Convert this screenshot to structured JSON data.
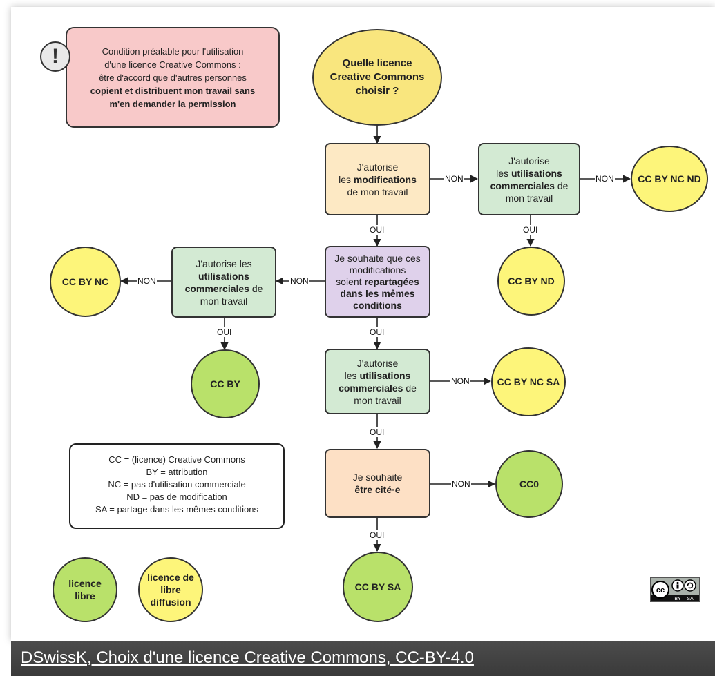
{
  "colors": {
    "pink": "#f8c9c9",
    "yellow_circle": "#fdf57a",
    "yellow_start": "#f9e67e",
    "green_circle": "#b9e16a",
    "orange_light": "#fde9c4",
    "green_rect": "#d3ead3",
    "purple_rect": "#dfd1eb",
    "orange_rect": "#fde0c5"
  },
  "precondition": {
    "line1": "Condition préalable pour l'utilisation",
    "line2": "d'une licence Creative Commons :",
    "line3": "être d'accord que d'autres personnes",
    "line4": "copient et distribuent mon travail sans",
    "line5": "m'en demander la permission",
    "icon": "exclamation-icon",
    "icon_glyph": "!"
  },
  "nodes": {
    "start": "Quelle licence\nCreative Commons\nchoisir ?",
    "q_modif_pre": "J'autorise\nles ",
    "q_modif_bold": "modifications",
    "q_modif_post": "\nde mon travail",
    "q_comm1_pre": "J'autorise\nles ",
    "q_comm1_bold": "utilisations\ncommerciales",
    "q_comm1_post": " de\nmon travail",
    "q_share_pre": "Je souhaite que ces\nmodifications\nsoient ",
    "q_share_bold": "repartagées\ndans les mêmes\nconditions",
    "q_comm2_pre": "J'autorise les\n",
    "q_comm2_bold": "utilisations\ncommerciales",
    "q_comm2_post": " de\nmon travail",
    "q_comm3_pre": "J'autorise\nles ",
    "q_comm3_bold": "utilisations\ncommerciales",
    "q_comm3_post": " de\nmon travail",
    "q_cite_pre": "Je souhaite\n",
    "q_cite_bold": "être cité·e",
    "cc_by_nc_nd": "CC BY NC ND",
    "cc_by_nd": "CC BY ND",
    "cc_by_nc": "CC BY NC",
    "cc_by": "CC BY",
    "cc_by_nc_sa": "CC BY NC SA",
    "cc0": "CC0",
    "cc_by_sa": "CC BY SA"
  },
  "edge_labels": {
    "non": "NON",
    "oui": "OUI"
  },
  "legend": {
    "line1": "CC = (licence) Creative Commons",
    "line2": "BY = attribution",
    "line3": "NC = pas d'utilisation commerciale",
    "line4": "ND = pas de modification",
    "line5": "SA = partage dans les mêmes conditions"
  },
  "key": {
    "libre": "licence\nlibre",
    "libre_diffusion": "licence de\nlibre\ndiffusion"
  },
  "badge": {
    "label": "cc-by-sa-badge",
    "cc": "cc",
    "by": "BY",
    "sa": "SA"
  },
  "caption": "DSwissK, Choix d'une licence Creative Commons, CC-BY-4.0"
}
